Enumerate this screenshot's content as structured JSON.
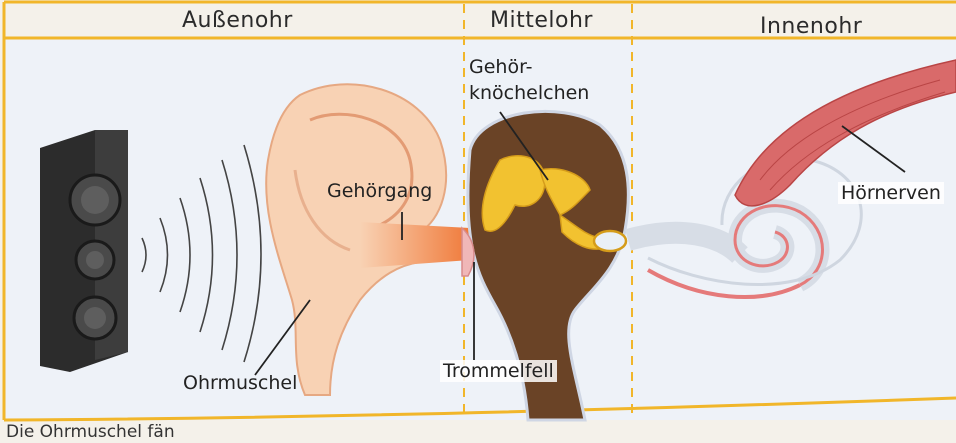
{
  "headers": {
    "outer_ear": "Außenohr",
    "middle_ear": "Mittelohr",
    "inner_ear": "Innenohr"
  },
  "labels": {
    "ossicles_line1": "Gehör-",
    "ossicles_line2": "knöchelchen",
    "ear_canal": "Gehörgang",
    "auditory_nerves": "Hörnerven",
    "pinna": "Ohrmuschel",
    "eardrum": "Trommelfell"
  },
  "caption": "Die Ohrmuschel fän",
  "colors": {
    "frame": "#f1b62a",
    "background": "#f4f1ea",
    "skin": "#f8d2b4",
    "ear_canal": "#f07a3a",
    "middle_ear_cavity": "#6a4326",
    "ossicles": "#f2c230",
    "cochlea_stripe": "#e57a7a",
    "nerve": "#c94a4a",
    "speaker": "#2c2c2c"
  }
}
